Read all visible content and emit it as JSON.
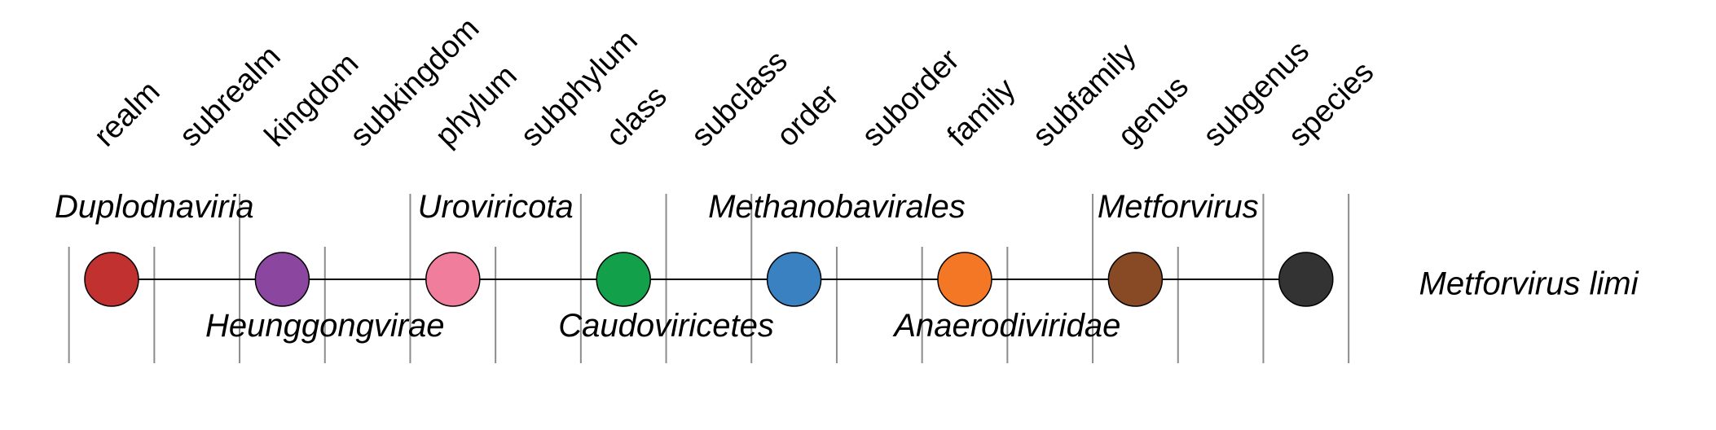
{
  "ranks": [
    "realm",
    "subrealm",
    "kingdom",
    "subkingdom",
    "phylum",
    "subphylum",
    "class",
    "subclass",
    "order",
    "suborder",
    "family",
    "subfamily",
    "genus",
    "subgenus",
    "species"
  ],
  "taxa_top": [
    {
      "name": "Duplodnaviria",
      "rank": "realm"
    },
    {
      "name": "Uroviricota",
      "rank": "phylum"
    },
    {
      "name": "Methanobavirales",
      "rank": "order"
    },
    {
      "name": "Metforvirus",
      "rank": "genus"
    }
  ],
  "taxa_bottom": [
    {
      "name": "Heunggongvirae",
      "rank": "kingdom"
    },
    {
      "name": "Caudoviricetes",
      "rank": "class"
    },
    {
      "name": "Anaerodiviridae",
      "rank": "family"
    }
  ],
  "nodes": [
    {
      "rank": "realm",
      "color": "#c0312f"
    },
    {
      "rank": "kingdom",
      "color": "#8b47a0"
    },
    {
      "rank": "phylum",
      "color": "#f17d9d"
    },
    {
      "rank": "class",
      "color": "#13a04a"
    },
    {
      "rank": "order",
      "color": "#3981c1"
    },
    {
      "rank": "family",
      "color": "#f47726"
    },
    {
      "rank": "genus",
      "color": "#874a24"
    },
    {
      "rank": "species",
      "color": "#333333"
    }
  ],
  "species": {
    "name": "Metforvirus limi"
  }
}
